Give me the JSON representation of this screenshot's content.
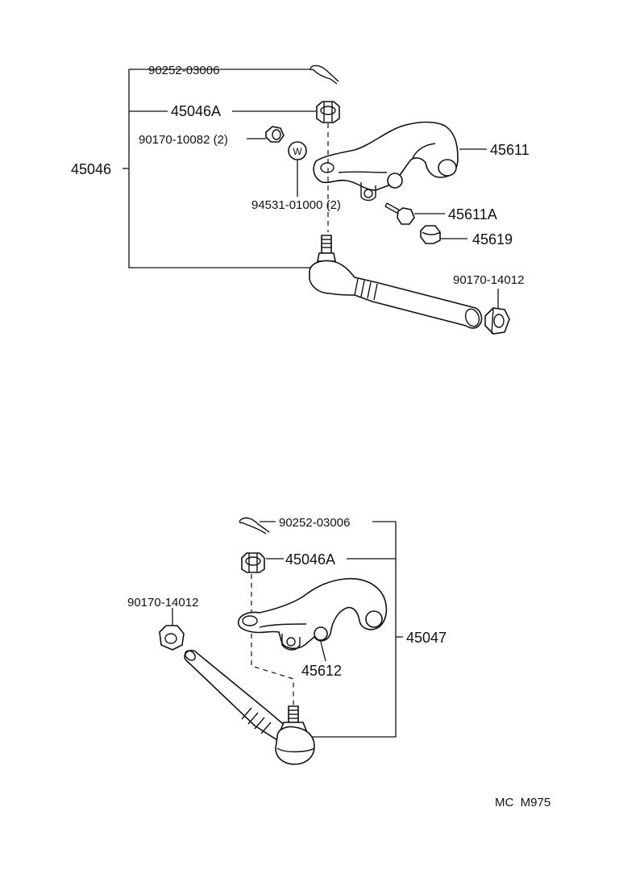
{
  "upper": {
    "cotter_pin": "90252-03006",
    "castle_nut": "45046A",
    "nut_small": "90170-10082 (2)",
    "assembly": "45046",
    "washer": "94531-01000 (2)",
    "washer_mark": "W",
    "arm": "45611",
    "bolt": "45611A",
    "cap": "45619",
    "lock_nut": "90170-14012"
  },
  "lower": {
    "cotter_pin": "90252-03006",
    "castle_nut": "45046A",
    "lock_nut": "90170-14012",
    "assembly": "45047",
    "arm": "45612"
  },
  "footer": {
    "code": "MC  M975"
  }
}
